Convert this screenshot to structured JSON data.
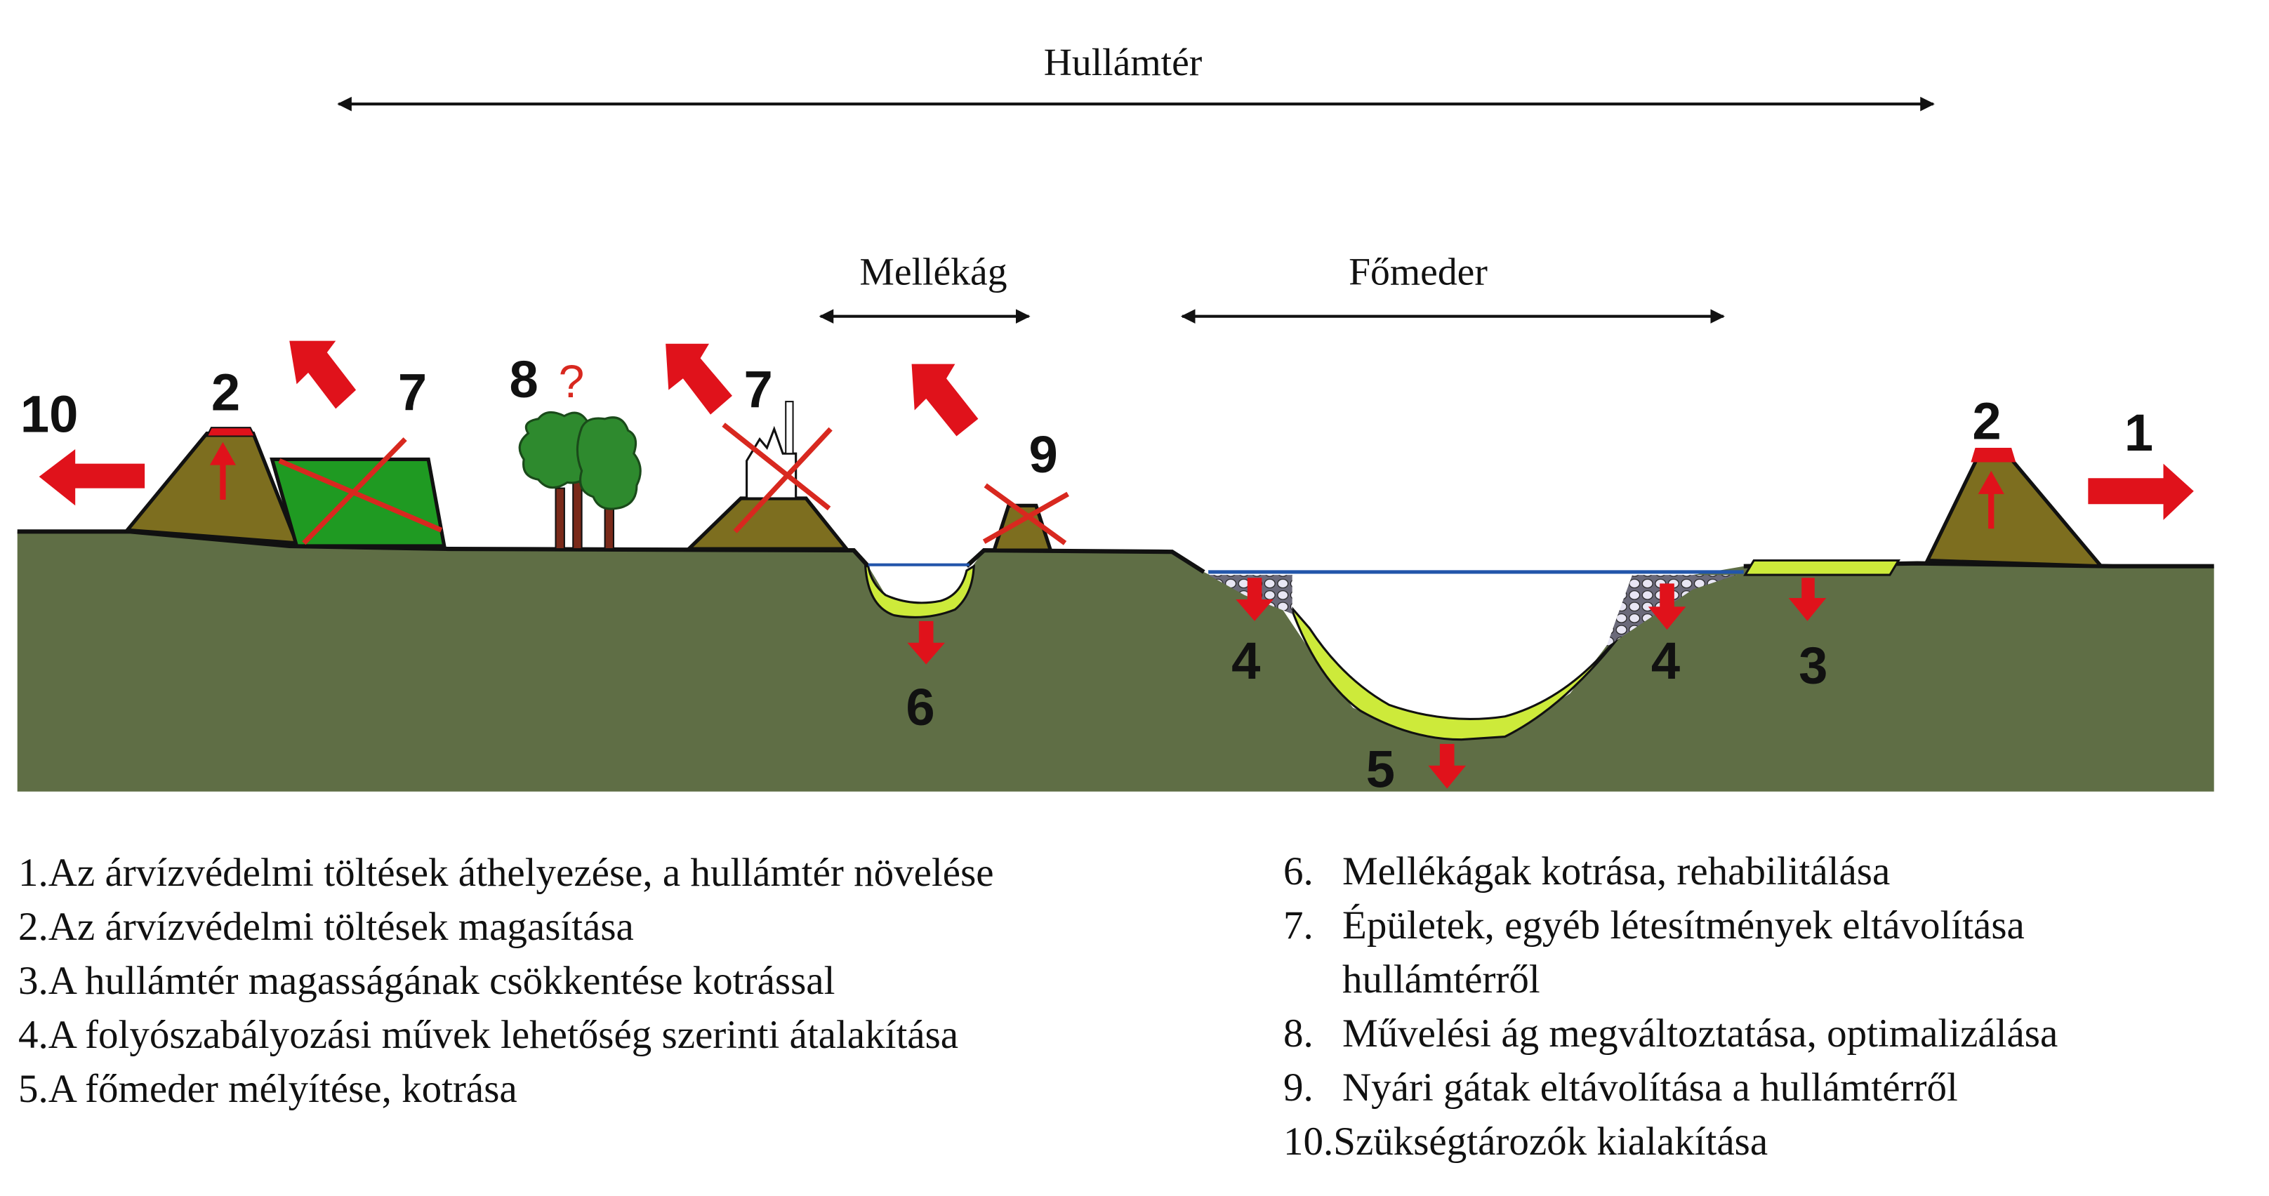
{
  "labels": {
    "floodplain": "Hullámtér",
    "side_channel": "Mellékág",
    "main_channel": "Főmeder"
  },
  "markers": {
    "m10": "10",
    "m2_left": "2",
    "m7_left": "7",
    "m8": "8",
    "m8_question": "?",
    "m7_mid": "7",
    "m9": "9",
    "m6": "6",
    "m4_left": "4",
    "m5": "5",
    "m4_right": "4",
    "m3": "3",
    "m2_right": "2",
    "m1": "1"
  },
  "colors": {
    "ground": "#5f6e45",
    "dike": "#7d6e1f",
    "field": "#1f9a22",
    "sediment": "#cdea3a",
    "arrow_red": "#e0121b",
    "water_line": "#2255aa",
    "tree": "#2e8a2e",
    "trunk": "#7a2a1a"
  },
  "legend": {
    "left": [
      {
        "num": "1.",
        "text": "Az árvízvédelmi töltések áthelyezése, a hullámtér növelése"
      },
      {
        "num": "2.",
        "text": "Az árvízvédelmi töltések magasítása"
      },
      {
        "num": "3.",
        "text": "A hullámtér magasságának csökkentése kotrással"
      },
      {
        "num": "4.",
        "text": "A folyószabályozási művek lehetőség szerinti átalakítása"
      },
      {
        "num": "5.",
        "text": "A főmeder mélyítése, kotrása"
      }
    ],
    "right": [
      {
        "num": "6.",
        "text": "Mellékágak kotrása, rehabilitálása"
      },
      {
        "num": "7.",
        "text": "Épületek, egyéb létesítmények eltávolítása",
        "cont": "hullámtérről"
      },
      {
        "num": "8.",
        "text": "Művelési ág megváltoztatása, optimalizálása"
      },
      {
        "num": "9.",
        "text": "Nyári gátak eltávolítása a hullámtérről"
      },
      {
        "num": "10.",
        "text": "Szükségtározók kialakítása"
      }
    ]
  }
}
